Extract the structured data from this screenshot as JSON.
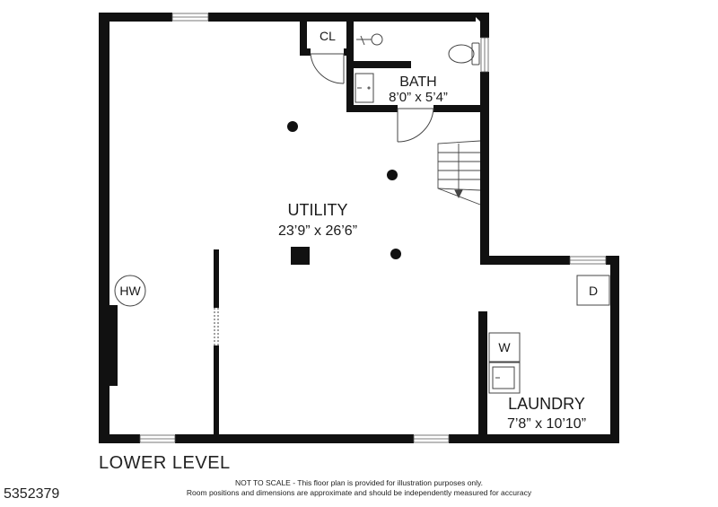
{
  "rooms": {
    "utility": {
      "name": "UTILITY",
      "dims": "23’9” x 26’6”"
    },
    "bath": {
      "name": "BATH",
      "dims": "8’0” x 5’4”"
    },
    "laundry": {
      "name": "LAUNDRY",
      "dims": "7’8” x 10’10”"
    }
  },
  "labels": {
    "closet": "CL",
    "water_heater": "HW",
    "dryer": "D",
    "washer": "W"
  },
  "level": "LOWER LEVEL",
  "disclaimer": {
    "line1": "NOT TO SCALE - This floor plan is provided for illustration purposes only.",
    "line2": "Room positions and dimensions are approximate and should be independently measured for accuracy"
  },
  "listing_id": "5352379"
}
